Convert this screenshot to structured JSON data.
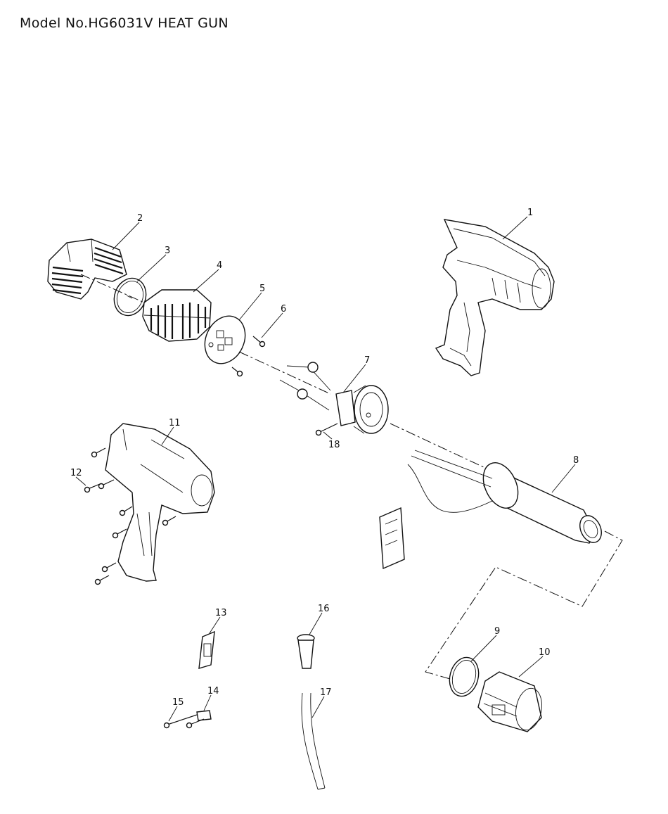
{
  "title": "Model No.HG6031V HEAT GUN",
  "callouts": [
    "1",
    "2",
    "3",
    "4",
    "5",
    "6",
    "7",
    "8",
    "9",
    "10",
    "11",
    "12",
    "13",
    "14",
    "15",
    "16",
    "17",
    "18"
  ]
}
